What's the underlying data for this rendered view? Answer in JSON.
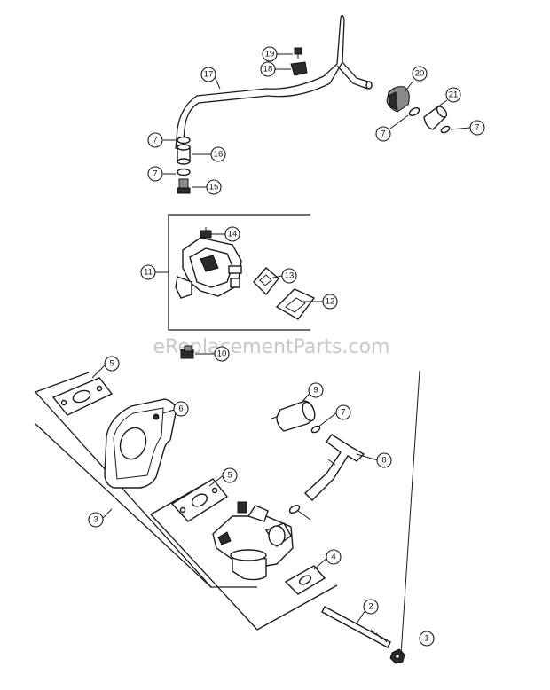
{
  "watermark": "eReplacementParts.com",
  "callouts": [
    "1",
    "2",
    "3",
    "4",
    "5",
    "5",
    "6",
    "7",
    "7",
    "7",
    "7",
    "7",
    "8",
    "9",
    "10",
    "11",
    "12",
    "13",
    "14",
    "15",
    "16",
    "17",
    "18",
    "19",
    "20",
    "21"
  ]
}
